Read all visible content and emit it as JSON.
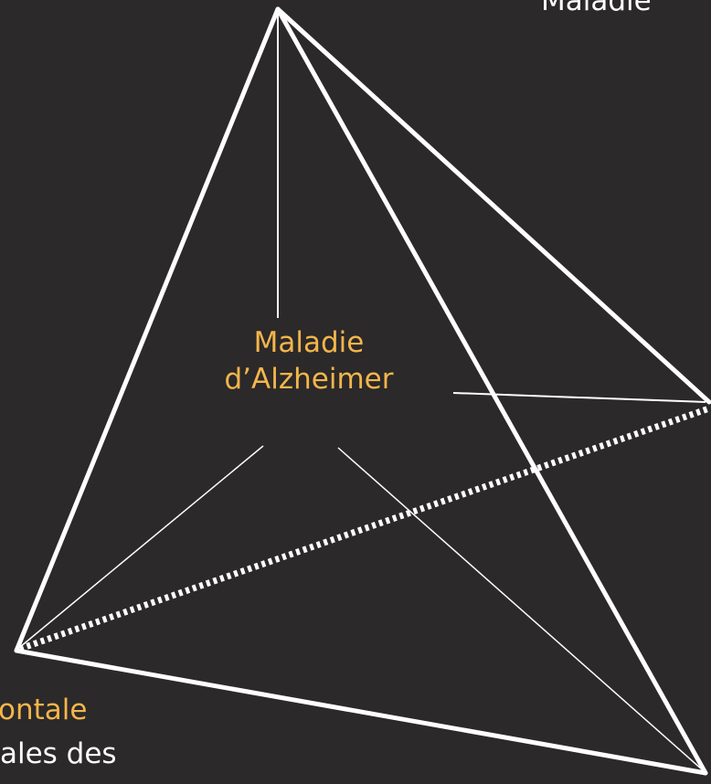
{
  "diagram": {
    "center_label_line1": "Maladie",
    "center_label_line2": "d’Alzheimer",
    "top_right_label": "Maladie",
    "bottom_left_label_line1": "ontale",
    "bottom_left_label_line2": "ales des"
  },
  "colors": {
    "background": "#2b2929",
    "edges": "#ffffff",
    "label_accent": "#f4b54c",
    "label_plain": "#ffffff"
  }
}
